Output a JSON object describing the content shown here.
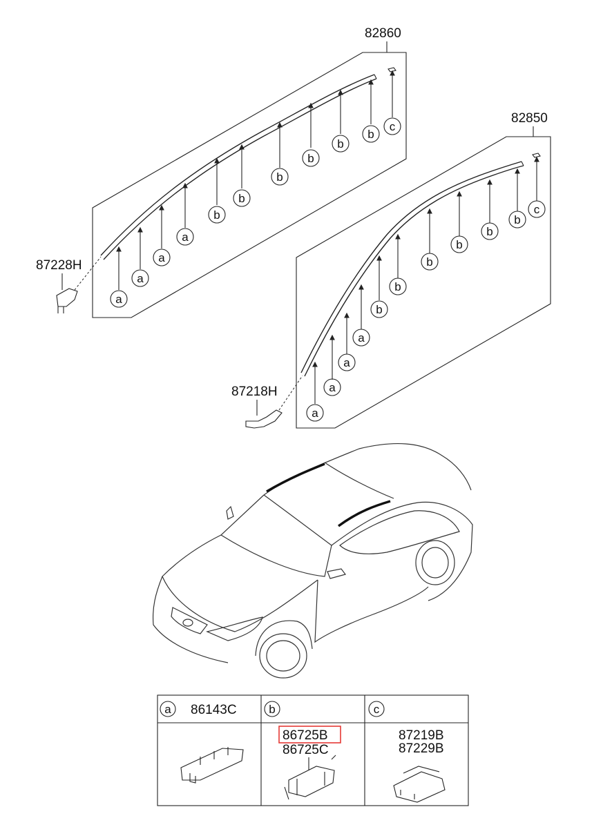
{
  "upper_assembly": {
    "part_no": "82860",
    "end_piece": "87228H",
    "callouts": [
      "a",
      "a",
      "a",
      "a",
      "b",
      "b",
      "b",
      "b",
      "b",
      "b",
      "c"
    ]
  },
  "lower_assembly": {
    "part_no": "82850",
    "end_piece": "87218H",
    "callouts": [
      "a",
      "a",
      "a",
      "a",
      "b",
      "b",
      "b",
      "b",
      "b",
      "b",
      "c"
    ]
  },
  "parts_table": {
    "columns": [
      {
        "key": "a",
        "parts": [
          "86143C"
        ]
      },
      {
        "key": "b",
        "parts": [
          "86725B",
          "86725C"
        ],
        "highlighted": "86725B"
      },
      {
        "key": "c",
        "parts": [
          "87219B",
          "87229B"
        ]
      }
    ]
  },
  "colors": {
    "line": "#222222",
    "highlight": "#e53935"
  }
}
